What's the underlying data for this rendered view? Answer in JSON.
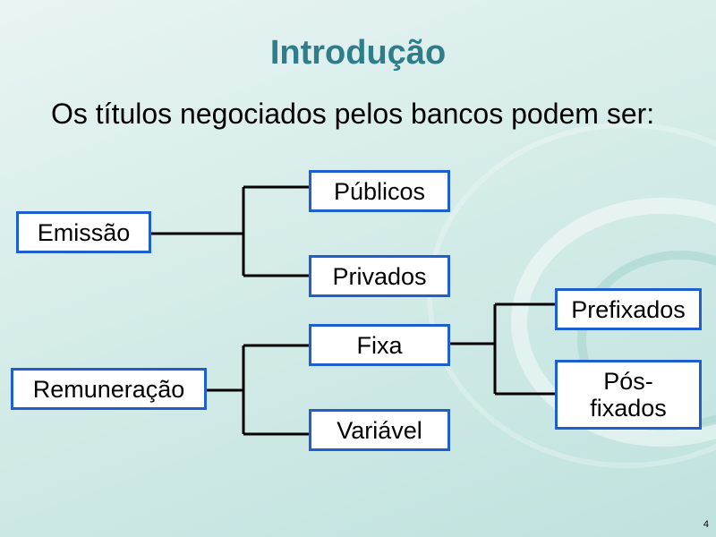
{
  "slide": {
    "title": "Introdução",
    "intro_text": "Os títulos negociados pelos bancos podem ser:",
    "page_number": "4"
  },
  "diagram": {
    "group_emissao": {
      "root": "Emissão",
      "branches": [
        "Públicos",
        "Privados"
      ]
    },
    "group_remuneracao": {
      "root": "Remuneração",
      "branches": [
        "Fixa",
        "Variável"
      ],
      "fixa_branches": [
        "Prefixados",
        "Pós-\nfixados"
      ]
    }
  },
  "colors": {
    "title": "#2d7d8a",
    "box_border": "#1e5fcf",
    "connector": "#000000"
  }
}
